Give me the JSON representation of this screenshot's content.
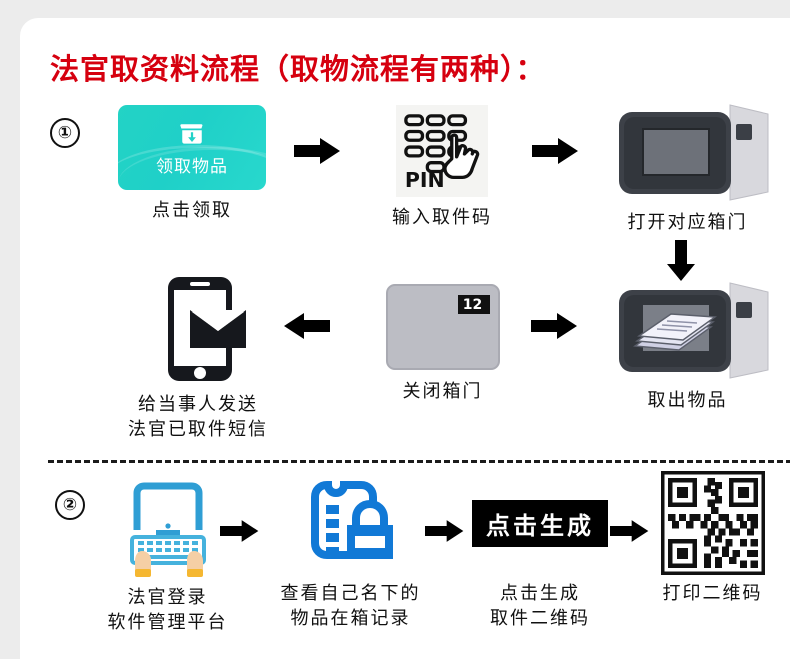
{
  "title": "法官取资料流程（取物流程有两种）：",
  "accent_color": "#d6000f",
  "teal_color": "#20d2c8",
  "blue_color": "#1179d6",
  "flow1": {
    "marker": "①",
    "steps": [
      {
        "icon": "receive-parcel-button-icon",
        "button_label": "领取物品",
        "caption": "点击领取"
      },
      {
        "icon": "pin-keypad-hand-icon",
        "caption": "输入取件码"
      },
      {
        "icon": "open-locker-icon",
        "caption": "打开对应箱门"
      },
      {
        "icon": "locker-with-documents-icon",
        "caption": "取出物品"
      },
      {
        "icon": "closed-locker-door-icon",
        "door_number": "12",
        "caption": "关闭箱门"
      },
      {
        "icon": "phone-sms-icon",
        "caption": "给当事人发送\n法官已取件短信"
      }
    ]
  },
  "flow2": {
    "marker": "②",
    "steps": [
      {
        "icon": "laptop-typing-hands-icon",
        "caption": "法官登录\n软件管理平台"
      },
      {
        "icon": "document-lock-icon",
        "caption": "查看自己名下的\n物品在箱记录"
      },
      {
        "icon": "generate-button-icon",
        "button_label": "点击生成",
        "caption": "点击生成\n取件二维码"
      },
      {
        "icon": "qr-code-icon",
        "caption": "打印二维码"
      }
    ]
  },
  "arrows": {
    "right": "arrow-right-icon",
    "down": "arrow-down-icon"
  }
}
